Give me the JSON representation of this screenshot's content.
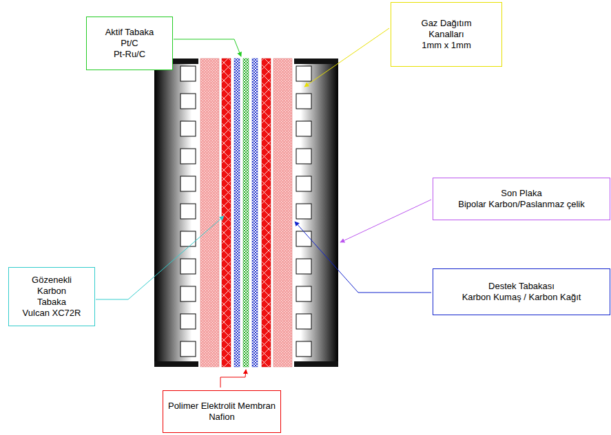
{
  "diagram": {
    "nodes": [
      {
        "text": [
          "Aktif Tabaka",
          "Pt/C",
          "Pt-Ru/C"
        ]
      },
      {
        "text": [
          "Gaz Dağıtım Kanalları",
          "1mm x 1mm"
        ]
      },
      {
        "text": [
          "Son Plaka",
          "Bipolar Karbon/Paslanmaz çelik"
        ]
      },
      {
        "text": [
          "Gözenekli Karbon Tabaka",
          "Vulcan XC72R"
        ]
      },
      {
        "text": [
          "Destek Tabakası",
          "Karbon Kumaş / Karbon Kağıt"
        ]
      },
      {
        "text": [
          "Polimer Elektrolit Membran",
          "Nafion"
        ]
      }
    ]
  }
}
